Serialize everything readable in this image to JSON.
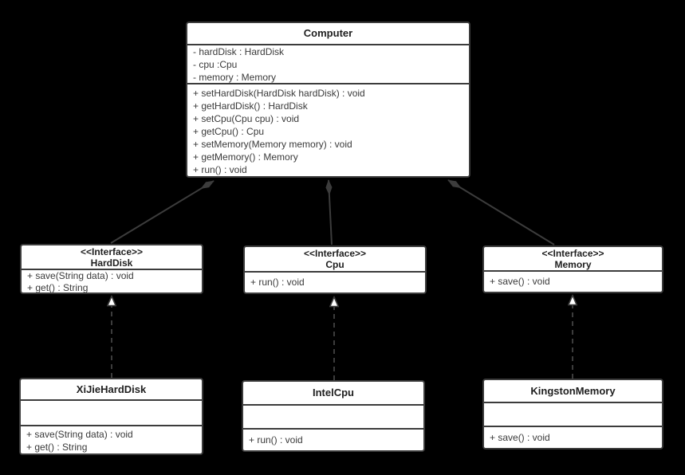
{
  "diagram": {
    "type": "uml-class-diagram",
    "colors": {
      "background": "#000000",
      "shape_fill": "#ffffff",
      "stroke": "#3c3c3c",
      "text": "#333333"
    }
  },
  "classes": {
    "computer": {
      "name": "Computer",
      "fields": [
        "- hardDisk : HardDisk",
        "- cpu :Cpu",
        "- memory : Memory"
      ],
      "methods": [
        "+ setHardDisk(HardDisk hardDisk) : void",
        "+ getHardDisk() : HardDisk",
        "+ setCpu(Cpu cpu) : void",
        "+ getCpu() : Cpu",
        "+ setMemory(Memory memory) : void",
        "+ getMemory() : Memory",
        "+ run() : void"
      ]
    },
    "harddisk_interface": {
      "stereotype": "<<Interface>>",
      "name": "HardDisk",
      "methods": [
        "+ save(String data) : void",
        "+ get() : String"
      ]
    },
    "cpu_interface": {
      "stereotype": "<<Interface>>",
      "name": "Cpu",
      "methods": [
        "+ run() : void"
      ]
    },
    "memory_interface": {
      "stereotype": "<<Interface>>",
      "name": "Memory",
      "methods": [
        "+ save() : void"
      ]
    },
    "xijie_harddisk": {
      "name": "XiJieHardDisk",
      "methods": [
        "+ save(String data) : void",
        "+ get() : String"
      ]
    },
    "intel_cpu": {
      "name": "IntelCpu",
      "methods": [
        "+ run() : void"
      ]
    },
    "kingston_memory": {
      "name": "KingstonMemory",
      "methods": [
        "+ save() : void"
      ]
    }
  },
  "relationships": [
    {
      "from": "HardDisk",
      "to": "Computer",
      "type": "composition"
    },
    {
      "from": "Cpu",
      "to": "Computer",
      "type": "composition"
    },
    {
      "from": "Memory",
      "to": "Computer",
      "type": "composition"
    },
    {
      "from": "XiJieHardDisk",
      "to": "HardDisk",
      "type": "realization"
    },
    {
      "from": "IntelCpu",
      "to": "Cpu",
      "type": "realization"
    },
    {
      "from": "KingstonMemory",
      "to": "Memory",
      "type": "realization"
    }
  ]
}
